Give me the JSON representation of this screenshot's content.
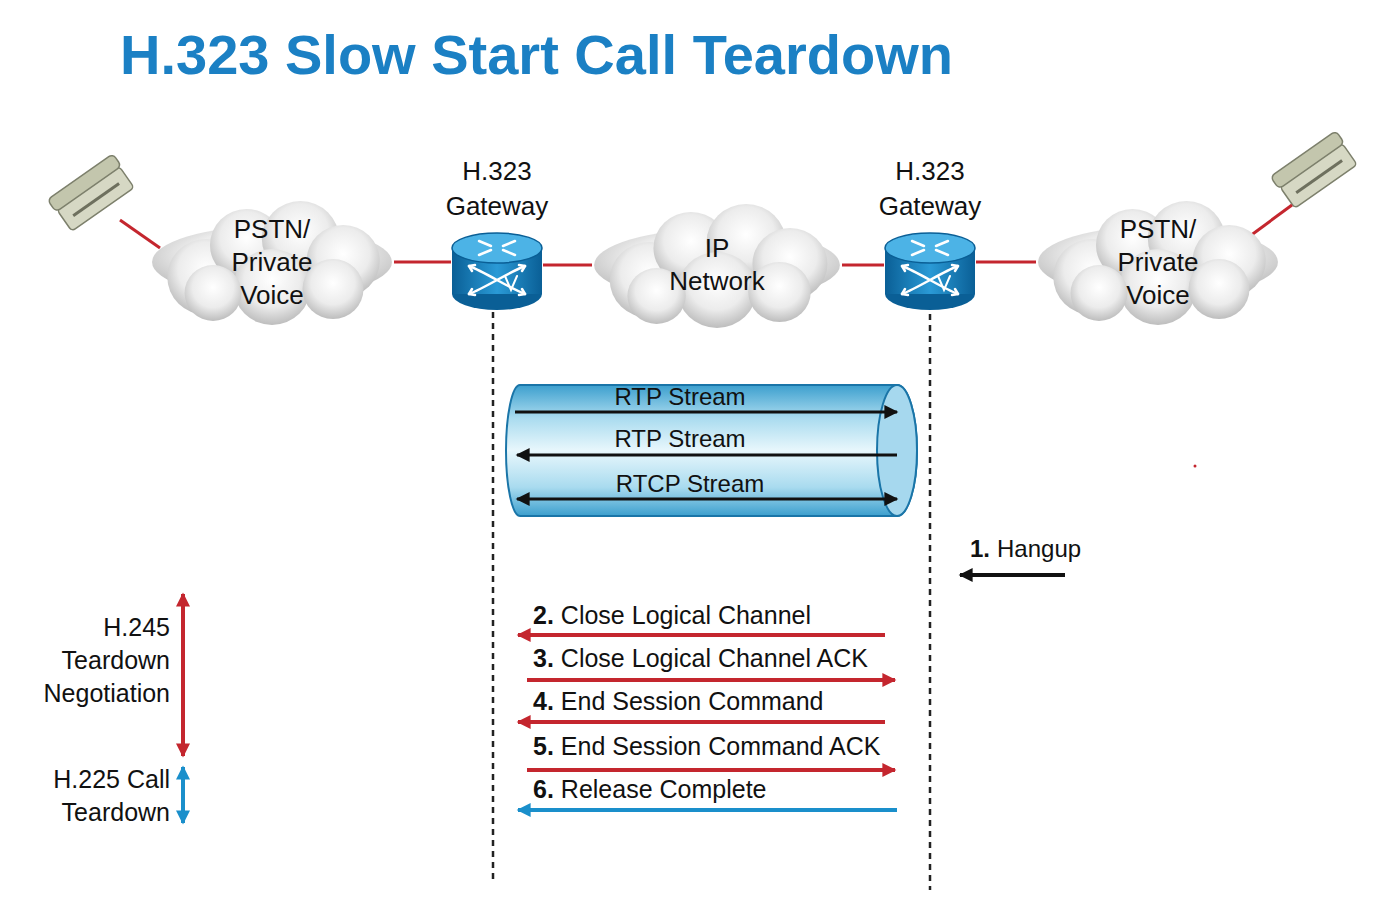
{
  "diagram": {
    "title": "H.323 Slow Start Call Teardown",
    "nodes": [
      {
        "text": [
          "PSTN/ Private Voice"
        ]
      },
      {
        "text": [
          "H.323 Gateway"
        ]
      },
      {
        "text": [
          "IP Network"
        ]
      },
      {
        "text": [
          "H.323 Gateway"
        ]
      },
      {
        "text": [
          "PSTN/ Private Voice"
        ]
      },
      {
        "text": [
          "RTP Stream",
          "RTP Stream",
          "RTCP Stream"
        ]
      }
    ],
    "edges": [
      {
        "from": 0,
        "to": 1,
        "arrow": "none"
      },
      {
        "from": 1,
        "to": 2,
        "arrow": "none"
      },
      {
        "from": 2,
        "to": 3,
        "arrow": "none"
      },
      {
        "from": 3,
        "to": 4,
        "arrow": "none"
      }
    ],
    "labels": [
      "1.",
      "Hangup",
      "2.",
      "Close Logical Channel",
      "3.",
      "Close Logical Channel ACK",
      "4.",
      "End Session Command",
      "5.",
      "End Session Command ACK",
      "6.",
      "Release Complete",
      "H.245 Teardown Negotiation",
      "H.225 Call Teardown"
    ]
  }
}
